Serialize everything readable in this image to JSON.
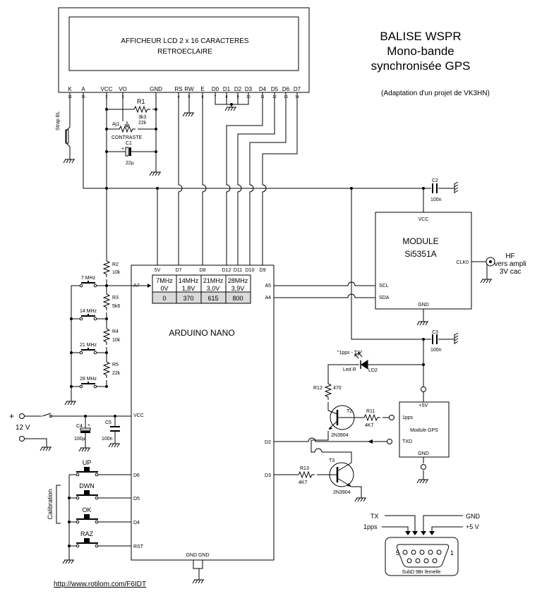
{
  "title": {
    "line1": "BALISE WSPR",
    "line2": "Mono-bande",
    "line3": "synchronisée GPS",
    "credit": "(Adaptation d'un projet de VK3HN)"
  },
  "lcd": {
    "line1": "AFFICHEUR LCD 2 x 16 CARACTERES",
    "line2": "RETROECLAIRE",
    "pins": [
      {
        "name": "K",
        "num": "16"
      },
      {
        "name": "A",
        "num": "15"
      },
      {
        "name": "VCC",
        "num": "2"
      },
      {
        "name": "VO",
        "num": "3"
      },
      {
        "name": "GND",
        "num": "1"
      },
      {
        "name": "RS",
        "num": "4"
      },
      {
        "name": "RW",
        "num": "5"
      },
      {
        "name": "E",
        "num": "6"
      },
      {
        "name": "D0",
        "num": "7"
      },
      {
        "name": "D1",
        "num": "8"
      },
      {
        "name": "D2",
        "num": "9"
      },
      {
        "name": "D3",
        "num": "10"
      },
      {
        "name": "D4",
        "num": "11"
      },
      {
        "name": "D5",
        "num": "12"
      },
      {
        "name": "D6",
        "num": "13"
      },
      {
        "name": "D7",
        "num": "14"
      }
    ]
  },
  "components": {
    "r1": "R1",
    "r1_val": "3k3",
    "aj1": "Aj1",
    "aj1_val": "22k",
    "aj1_sub": "CONTRASTE",
    "c1": "C1",
    "c1_val": "22µ",
    "strap": "Strap BL",
    "c2": "C2",
    "c2_val": "100n",
    "c3": "C3",
    "c3_val": "100n",
    "c4": "C4",
    "c4_val": "100µ",
    "c5": "C5",
    "c5_val": "100n",
    "r2": "R2",
    "r2_val": "10k",
    "r3": "R3",
    "r3_val": "5k6",
    "r4": "R4",
    "r4_val": "10k",
    "r5": "R5",
    "r5_val": "22k",
    "r11": "R11",
    "r11_val": "4K7",
    "r12": "R12",
    "r12_val": "470",
    "r13": "R13",
    "r13_val": "4K7",
    "t2": "T2",
    "t2_val": "2N3904",
    "t3": "T3",
    "t3_val": "2N3904",
    "led_tag": "\"1pps - TX\"",
    "led_r": "Led R",
    "ld2": "LD2"
  },
  "band_switches": [
    "7 MHz",
    "14 MHz",
    "21 MHz",
    "28 MHz"
  ],
  "band_table": {
    "row1": [
      "7MHz",
      "14MHz",
      "21MHz",
      "28MHz"
    ],
    "row2": [
      "0V",
      "1,8V",
      "3,0V",
      "3,9V"
    ],
    "row3": [
      "0",
      "370",
      "615",
      "800"
    ]
  },
  "nano": {
    "label": "ARDUINO NANO",
    "top_pins": [
      "5V",
      "D7",
      "D8",
      "D12",
      "D11",
      "D10",
      "D9"
    ],
    "a7": "A7",
    "vcc": "VCC",
    "a5": "A5",
    "a4": "A4",
    "d2": "D2",
    "d3": "D3",
    "d6": "D6",
    "d5": "D5",
    "d4": "D4",
    "rst": "RST",
    "gnd": "GND GND"
  },
  "module": {
    "line1": "MODULE",
    "line2": "Si5351A",
    "vcc": "VCC",
    "gnd": "GND",
    "scl": "SCL",
    "sda": "SDA",
    "clk0": "CLK0",
    "hf1": "HF",
    "hf2": "vers ampli",
    "hf3": "3V cac"
  },
  "gps": {
    "label": "Module GPS",
    "p5v": "+5V",
    "pps": "1pps",
    "txd": "TXD",
    "gnd": "GND"
  },
  "power": {
    "plus": "+",
    "volts": "12 V"
  },
  "buttons": {
    "up": "UP",
    "dwn": "DWN",
    "ok": "OK",
    "raz": "RAZ",
    "calib": "Calibration"
  },
  "subd": {
    "tx": "TX",
    "gnd": "GND",
    "pps": "1pps",
    "plus5": "+5 V",
    "pin5": "5",
    "pin1": "1",
    "label": "SubD 9Br femelle"
  },
  "url": "http://www.rotilom.com/F6IDT"
}
